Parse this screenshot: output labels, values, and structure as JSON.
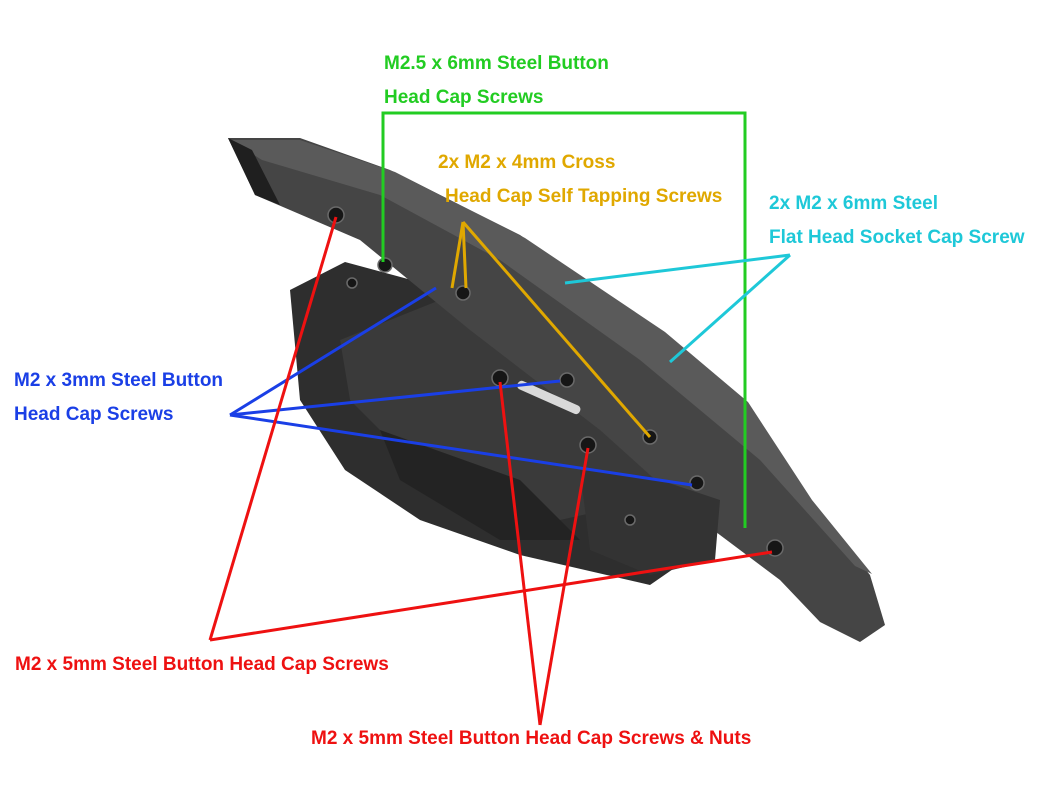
{
  "colors": {
    "green": "#22cc22",
    "gold": "#e0a800",
    "cyan": "#1ec8d8",
    "blue": "#1a3fe6",
    "red": "#ee1111",
    "part_dark": "#2a2a2a",
    "part_mid": "#3d3d3d"
  },
  "callouts": {
    "green": {
      "line1": "M2.5 x 6mm Steel Button",
      "line2": "Head Cap Screws"
    },
    "gold": {
      "line1": "2x M2 x 4mm Cross",
      "line2": "Head Cap Self Tapping Screws"
    },
    "cyan": {
      "line1": "2x M2 x 6mm Steel",
      "line2": "Flat Head Socket Cap Screw"
    },
    "blue": {
      "line1": "M2 x 3mm Steel Button",
      "line2": "Head Cap Screws"
    },
    "red_left": {
      "text": "M2 x 5mm Steel Button Head Cap Screws"
    },
    "red_bottom": {
      "text": "M2 x 5mm Steel Button Head Cap Screws & Nuts"
    }
  }
}
